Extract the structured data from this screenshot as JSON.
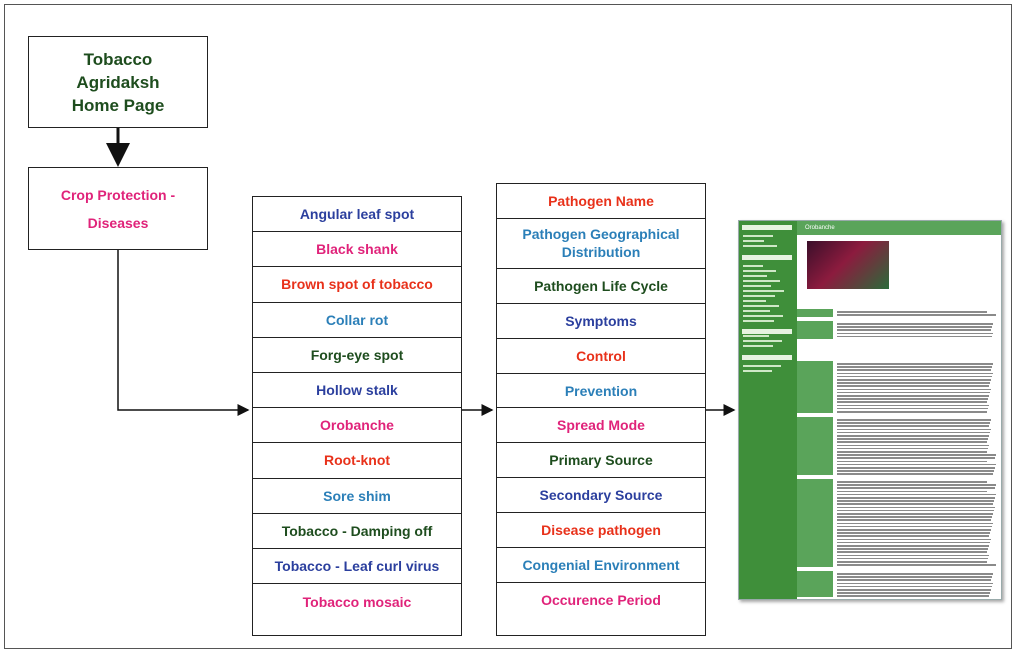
{
  "home": {
    "label_lines": [
      "Tobacco",
      "Agridaksh",
      "Home Page"
    ]
  },
  "crop_protection": {
    "label_lines": [
      "Crop Protection -",
      "Diseases"
    ]
  },
  "diseases": [
    {
      "label": "Angular leaf spot",
      "color": "#2b3f9e"
    },
    {
      "label": "Black shank",
      "color": "#e0237a"
    },
    {
      "label": "Brown spot of tobacco",
      "color": "#e8311a"
    },
    {
      "label": "Collar rot",
      "color": "#2b7fb8"
    },
    {
      "label": "Forg-eye spot",
      "color": "#1e4d1e"
    },
    {
      "label": "Hollow stalk",
      "color": "#2b3f9e"
    },
    {
      "label": "Orobanche",
      "color": "#e0237a"
    },
    {
      "label": "Root-knot",
      "color": "#e8311a"
    },
    {
      "label": "Sore shim",
      "color": "#2b7fb8"
    },
    {
      "label": "Tobacco - Damping off",
      "color": "#1e4d1e"
    },
    {
      "label": "Tobacco - Leaf curl virus",
      "color": "#2b3f9e"
    },
    {
      "label": "Tobacco mosaic",
      "color": "#e0237a"
    }
  ],
  "attributes": [
    {
      "label": "Pathogen Name",
      "color": "#e8311a"
    },
    {
      "label": "Pathogen Geographical Distribution",
      "color": "#2b7fb8"
    },
    {
      "label": "Pathogen Life Cycle",
      "color": "#1e4d1e"
    },
    {
      "label": "Symptoms",
      "color": "#2b3f9e"
    },
    {
      "label": "Control",
      "color": "#e8311a"
    },
    {
      "label": "Prevention",
      "color": "#2b7fb8"
    },
    {
      "label": "Spread Mode",
      "color": "#e0237a"
    },
    {
      "label": "Primary Source",
      "color": "#1e4d1e"
    },
    {
      "label": "Secondary Source",
      "color": "#2b3f9e"
    },
    {
      "label": "Disease pathogen",
      "color": "#e8311a"
    },
    {
      "label": "Congenial Environment",
      "color": "#2b7fb8"
    },
    {
      "label": "Occurence Period",
      "color": "#e0237a"
    }
  ],
  "screenshot": {
    "title": "Orobanche"
  }
}
